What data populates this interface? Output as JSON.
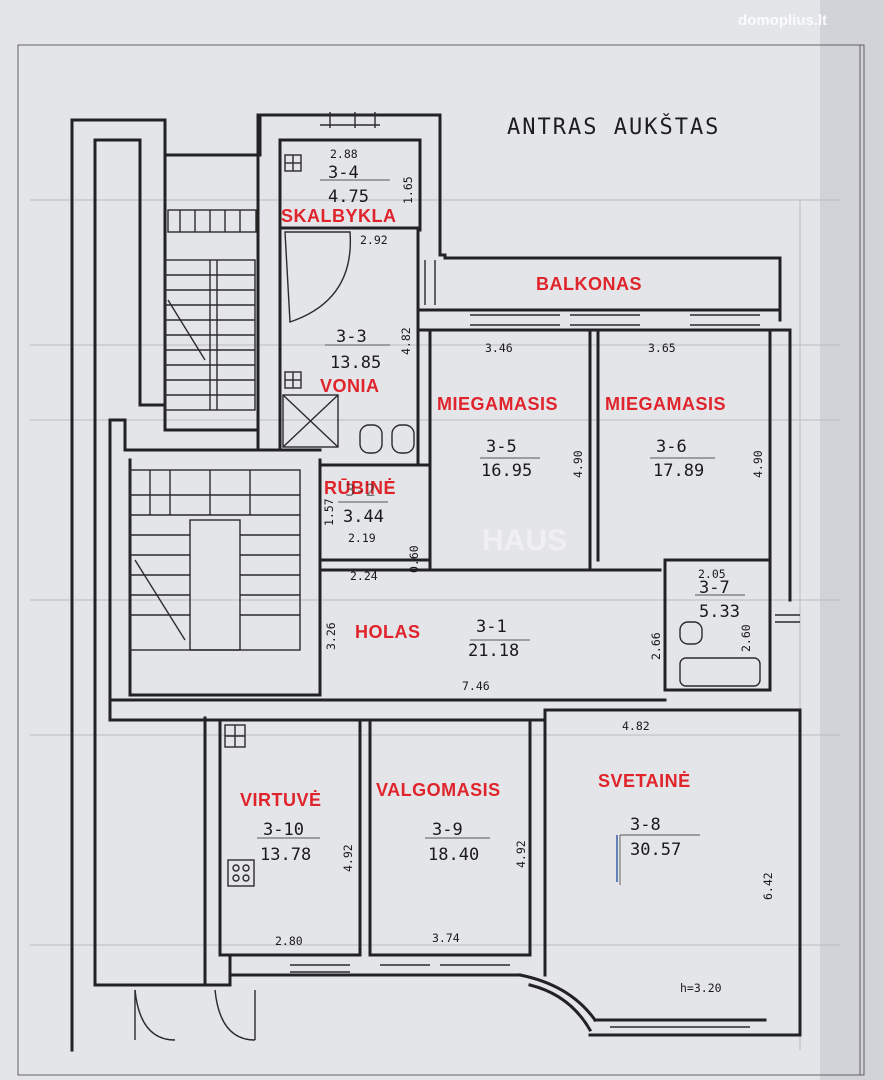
{
  "floor_title": "ANTRAS AUKŠTAS",
  "watermark": "domoplius.lt",
  "agency_watermark": "HAUS",
  "ceiling_height": "h=3.20",
  "rooms": [
    {
      "id": "3-4",
      "name": "SKALBYKLA",
      "area": "4.75"
    },
    {
      "id": "3-3",
      "name": "VONIA",
      "area": "13.85"
    },
    {
      "id": "3-5",
      "name": "MIEGAMASIS",
      "area": "16.95"
    },
    {
      "id": "3-6",
      "name": "MIEGAMASIS",
      "area": "17.89"
    },
    {
      "id": "3-2",
      "name": "RŪBINĖ",
      "area": "3.44"
    },
    {
      "id": "3-1",
      "name": "HOLAS",
      "area": "21.18"
    },
    {
      "id": "3-7",
      "name": "",
      "area": "5.33"
    },
    {
      "id": "3-10",
      "name": "VIRTUVĖ",
      "area": "13.78"
    },
    {
      "id": "3-9",
      "name": "VALGOMASIS",
      "area": "18.40"
    },
    {
      "id": "3-8",
      "name": "SVETAINĖ",
      "area": "30.57"
    }
  ],
  "balcony": "BALKONAS",
  "dimensions": {
    "d_288": "2.88",
    "d_165": "1.65",
    "d_292": "2.92",
    "d_482a": "4.82",
    "d_346": "3.46",
    "d_365": "3.65",
    "d_490a": "4.90",
    "d_490b": "4.90",
    "d_157": "1.57",
    "d_219": "2.19",
    "d_224": "2.24",
    "d_060": "0.60",
    "d_205": "2.05",
    "d_266": "2.66",
    "d_260": "2.60",
    "d_326": "3.26",
    "d_746": "7.46",
    "d_482b": "4.82",
    "d_492a": "4.92",
    "d_492b": "4.92",
    "d_642": "6.42",
    "d_280": "2.80",
    "d_374": "3.74"
  }
}
